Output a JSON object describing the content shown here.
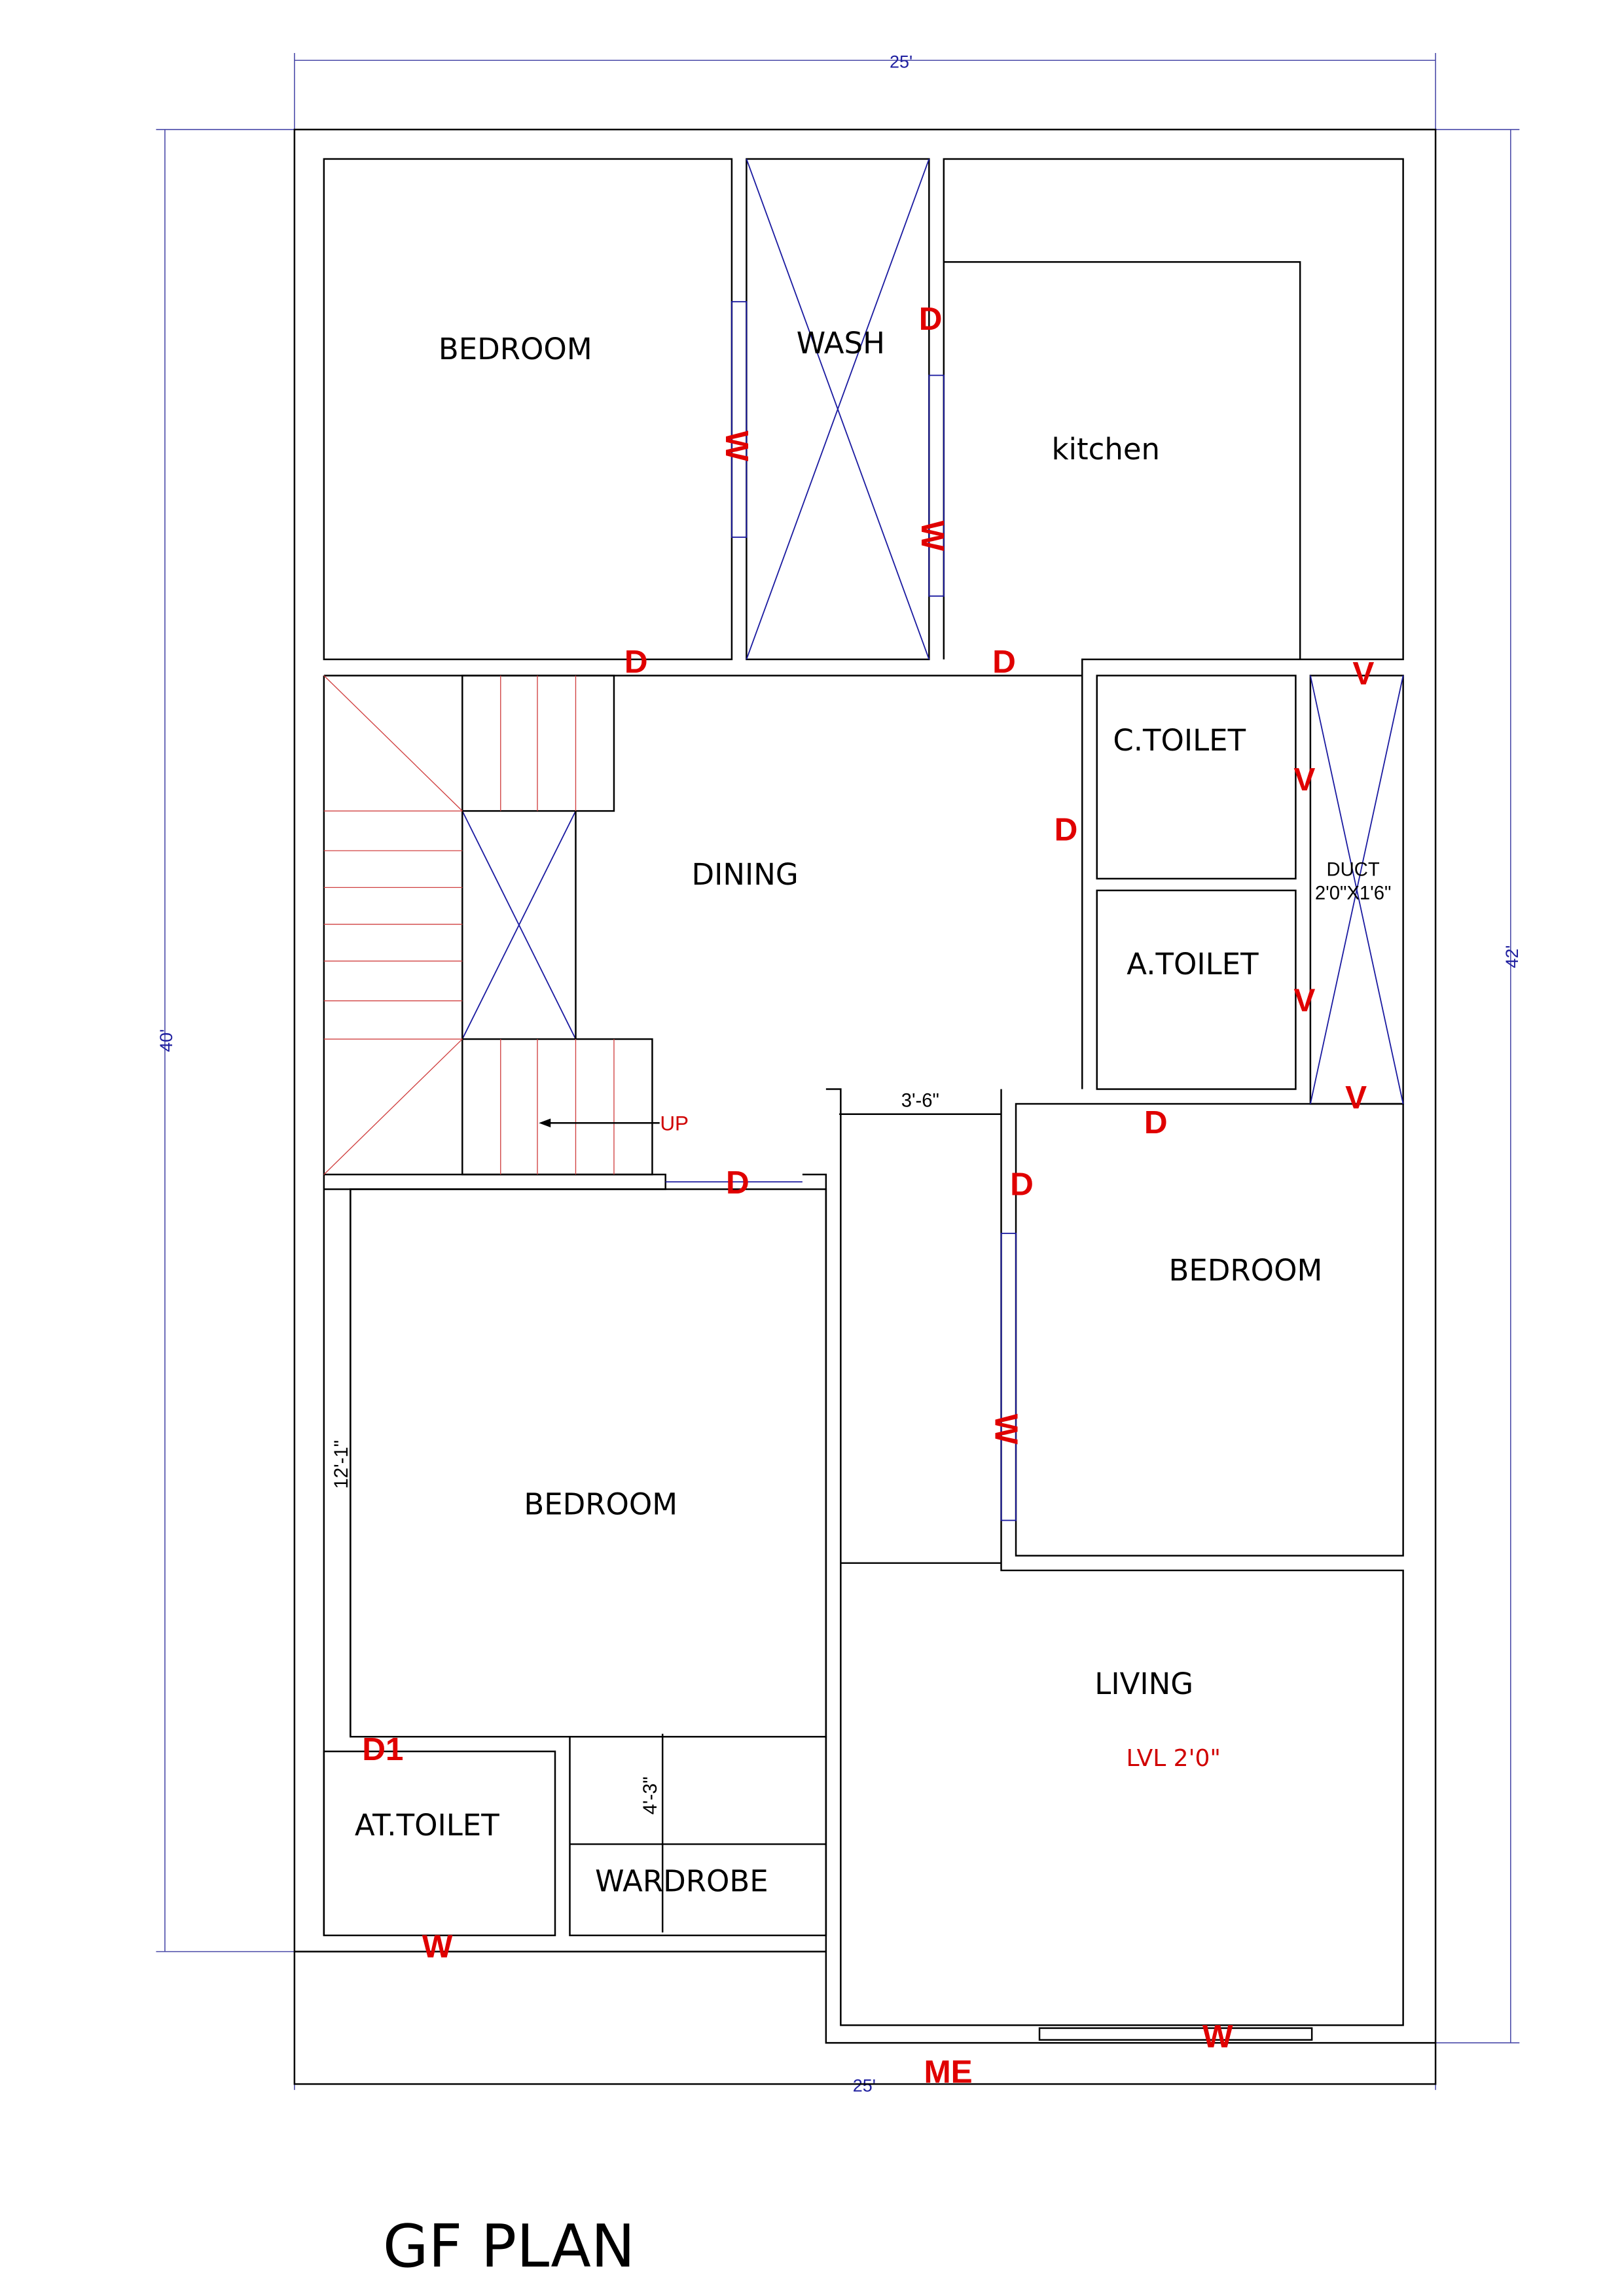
{
  "title": "GF PLAN",
  "dimensions": {
    "top": "25'",
    "bottom": "25'",
    "left": "40'",
    "right": "42'",
    "passage": "3'-6\"",
    "bedroom_height": "12'-1\"",
    "wardrobe_height": "4'-3\""
  },
  "rooms": {
    "bedroom_top": "BEDROOM",
    "wash": "WASH",
    "kitchen": "kitchen",
    "dining": "DINING",
    "c_toilet": "C.TOILET",
    "a_toilet": "A.TOILET",
    "duct": "DUCT",
    "duct_size": "2'0\"X1'6\"",
    "bedroom_right": "BEDROOM",
    "bedroom_left": "BEDROOM",
    "living": "LIVING",
    "living_level": "LVL 2'0\"",
    "at_toilet": "AT.TOILET",
    "wardrobe": "WARDROBE",
    "stair_up": "UP"
  },
  "marks": {
    "door": "D",
    "window": "W",
    "ventilator": "V",
    "door1": "D1",
    "main_entry": "ME"
  },
  "colors": {
    "walls": "#000000",
    "marks": "#e00000",
    "dimensions": "#2020a0"
  }
}
